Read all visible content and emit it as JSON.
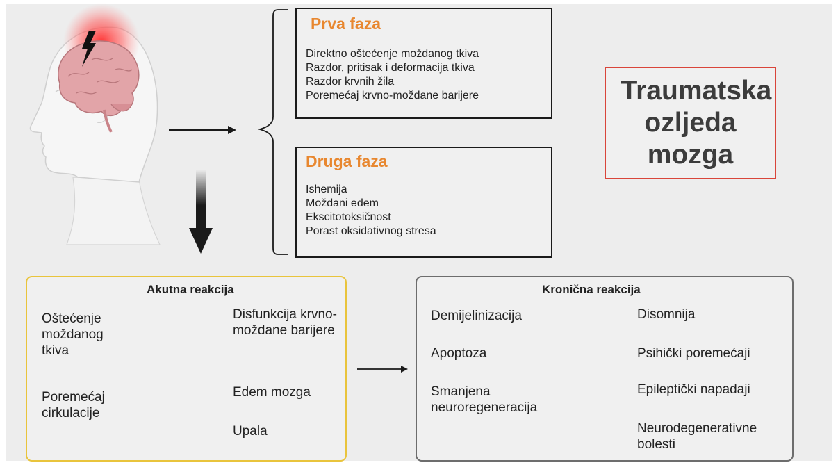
{
  "first_phase": {
    "title": "Prva faza",
    "items": [
      "Direktno oštećenje moždanog tkiva",
      "Razdor, pritisak i deformacija tkiva",
      "Razdor krvnih žila",
      "Poremećaj krvno-moždane barijere"
    ]
  },
  "second_phase": {
    "title": "Druga faza",
    "items": [
      "Ishemija",
      "Moždani edem",
      "Ekscitotoksičnost",
      "Porast oksidativnog stresa"
    ]
  },
  "main_title": "Traumatska ozljeda mozga",
  "acute": {
    "title": "Akutna reakcija",
    "causes": [
      "Oštećenje moždanog tkiva",
      "Poremećaj cirkulacije"
    ],
    "effects": [
      "Disfunkcija krvno-moždane barijere",
      "Edem mozga",
      "Upala"
    ]
  },
  "chronic": {
    "title": "Kronična reakcija",
    "causes": [
      "Demijelinizacija",
      "Apoptoza",
      "Smanjena neuroregeneracija"
    ],
    "effects": [
      "Disomnija",
      "Psihički poremećaji",
      "Epileptički napadaji",
      "Neurodegenerativne bolesti"
    ]
  },
  "colors": {
    "phase_title": "#e8872f",
    "main_title_border": "#d9453a",
    "acute_border": "#e9c43c",
    "chronic_border": "#6d6d6d",
    "injury_glow": "#ff3b3b"
  },
  "icons": [
    "head-silhouette-icon",
    "brain-icon",
    "lightning-bolt-icon",
    "curly-brace-icon"
  ]
}
